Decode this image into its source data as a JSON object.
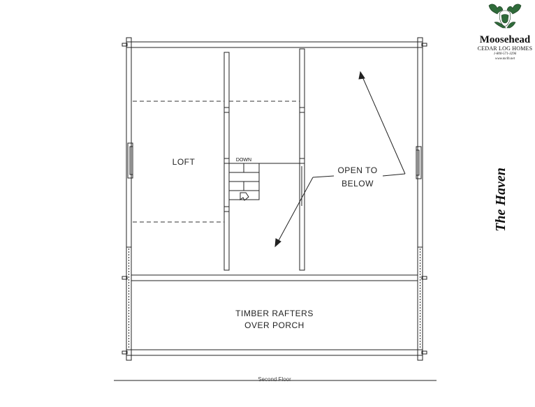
{
  "brand": {
    "name": "Moosehead",
    "tagline": "CEDAR LOG HOMES",
    "phone": "1-800-571-3296",
    "website": "www.mclh.net"
  },
  "plan": {
    "title": "The Haven",
    "caption": "Second Floor",
    "rooms": {
      "loft": "LOFT",
      "stairs_label": "DOWN",
      "open_to_below_line1": "OPEN TO",
      "open_to_below_line2": "BELOW",
      "porch_line1": "TIMBER RAFTERS",
      "porch_line2": "OVER PORCH"
    }
  },
  "colors": {
    "line": "#222222",
    "logo_green": "#2f6b3a"
  }
}
